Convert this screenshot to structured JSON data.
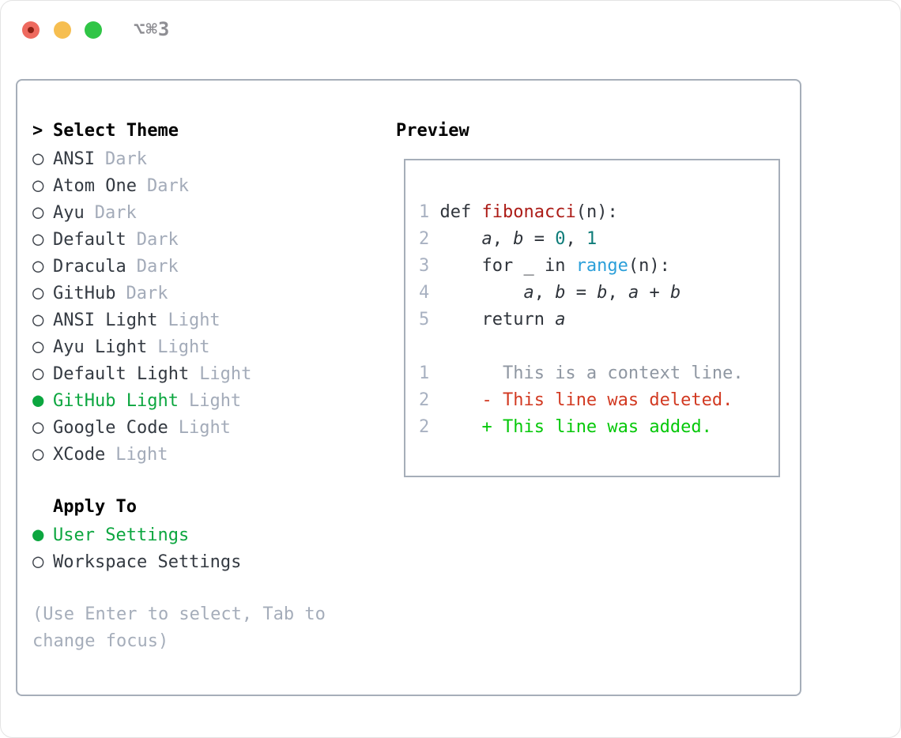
{
  "titlebar": {
    "shortcut": "⌥⌘3"
  },
  "colors": {
    "panel_border": "#A6AEB9",
    "selected_green": "#0CA63F",
    "diff_added_green": "#06C80A",
    "diff_deleted_red": "#D23A22",
    "function_red": "#AC1C17",
    "number_teal": "#0E7C79",
    "builtin_blue": "#2B9FD9",
    "line_number_gray": "#A8B1C1",
    "muted_gray": "#A3ABB9",
    "text_dark": "#343A42",
    "traffic_red": "#EE6A5F",
    "traffic_yellow": "#F6BE50",
    "traffic_green": "#30C546"
  },
  "left": {
    "header": {
      "cursor": ">",
      "label": "Select Theme"
    },
    "themes": [
      {
        "bullet": "○",
        "name": "ANSI",
        "tag": "Dark",
        "state": "normal"
      },
      {
        "bullet": "○",
        "name": "Atom One",
        "tag": "Dark",
        "state": "normal"
      },
      {
        "bullet": "○",
        "name": "Ayu",
        "tag": "Dark",
        "state": "normal"
      },
      {
        "bullet": "○",
        "name": "Default",
        "tag": "Dark",
        "state": "normal"
      },
      {
        "bullet": "○",
        "name": "Dracula",
        "tag": "Dark",
        "state": "normal"
      },
      {
        "bullet": "○",
        "name": "GitHub",
        "tag": "Dark",
        "state": "normal"
      },
      {
        "bullet": "○",
        "name": "ANSI Light",
        "tag": "Light",
        "state": "normal"
      },
      {
        "bullet": "○",
        "name": "Ayu Light",
        "tag": "Light",
        "state": "normal"
      },
      {
        "bullet": "○",
        "name": "Default Light",
        "tag": "Light",
        "state": "normal"
      },
      {
        "bullet": "●",
        "name": "GitHub Light",
        "tag": "Light",
        "state": "selected"
      },
      {
        "bullet": "○",
        "name": "Google Code",
        "tag": "Light",
        "state": "normal"
      },
      {
        "bullet": "○",
        "name": "XCode",
        "tag": "Light",
        "state": "normal"
      }
    ],
    "apply_header": "Apply To",
    "apply": [
      {
        "bullet": "●",
        "name": "User Settings",
        "state": "selected"
      },
      {
        "bullet": "○",
        "name": "Workspace Settings",
        "state": "normal"
      }
    ],
    "help_line1": "(Use Enter to select, Tab to",
    "help_line2": "change focus)"
  },
  "preview": {
    "title": "Preview",
    "lines": [
      {
        "segs": [
          {
            "t": "1",
            "c": "ln"
          },
          {
            "t": " def ",
            "c": "pl"
          },
          {
            "t": "fibonacci",
            "c": "fn"
          },
          {
            "t": "(n):",
            "c": "pl"
          }
        ]
      },
      {
        "segs": [
          {
            "t": "2",
            "c": "ln"
          },
          {
            "t": "     ",
            "c": "pl"
          },
          {
            "t": "a",
            "c": "var"
          },
          {
            "t": ", ",
            "c": "pl"
          },
          {
            "t": "b",
            "c": "var"
          },
          {
            "t": " = ",
            "c": "pl"
          },
          {
            "t": "0",
            "c": "num"
          },
          {
            "t": ", ",
            "c": "pl"
          },
          {
            "t": "1",
            "c": "num"
          }
        ]
      },
      {
        "segs": [
          {
            "t": "3",
            "c": "ln"
          },
          {
            "t": "     for _ in ",
            "c": "pl"
          },
          {
            "t": "range",
            "c": "call"
          },
          {
            "t": "(n):",
            "c": "pl"
          }
        ]
      },
      {
        "segs": [
          {
            "t": "4",
            "c": "ln"
          },
          {
            "t": "         ",
            "c": "pl"
          },
          {
            "t": "a",
            "c": "var"
          },
          {
            "t": ", ",
            "c": "pl"
          },
          {
            "t": "b",
            "c": "var"
          },
          {
            "t": " = ",
            "c": "pl"
          },
          {
            "t": "b",
            "c": "var"
          },
          {
            "t": ", ",
            "c": "pl"
          },
          {
            "t": "a",
            "c": "var"
          },
          {
            "t": " + ",
            "c": "pl"
          },
          {
            "t": "b",
            "c": "var"
          }
        ]
      },
      {
        "segs": [
          {
            "t": "5",
            "c": "ln"
          },
          {
            "t": "     return ",
            "c": "pl"
          },
          {
            "t": "a",
            "c": "var"
          }
        ]
      },
      {
        "segs": []
      },
      {
        "segs": [
          {
            "t": "1",
            "c": "ln"
          },
          {
            "t": "       This is a context line.",
            "c": "ctx"
          }
        ]
      },
      {
        "segs": [
          {
            "t": "2",
            "c": "ln"
          },
          {
            "t": "     ",
            "c": "pl"
          },
          {
            "t": "- This line was deleted.",
            "c": "del"
          }
        ]
      },
      {
        "segs": [
          {
            "t": "2",
            "c": "ln"
          },
          {
            "t": "     ",
            "c": "pl"
          },
          {
            "t": "+ This line was added.",
            "c": "add"
          }
        ]
      }
    ]
  }
}
